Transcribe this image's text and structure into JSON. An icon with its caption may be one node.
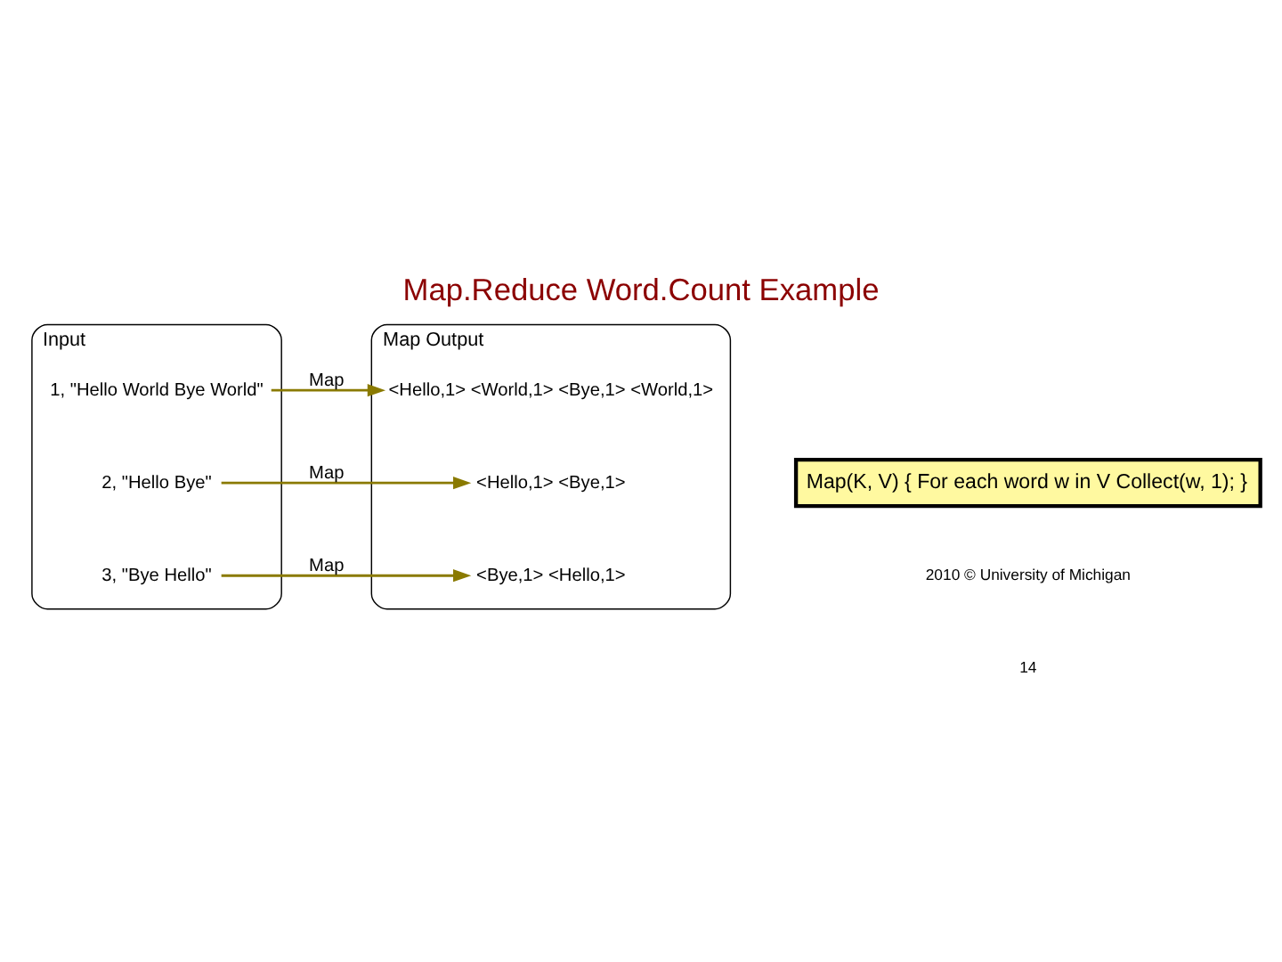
{
  "diagram": {
    "title": "Map.Reduce Word.Count Example",
    "nodes": [
      {
        "text": [
          "Input"
        ]
      },
      {
        "text": [
          "1, \"Hello World Bye World\""
        ],
        "in": 0
      },
      {
        "text": [
          "2, \"Hello Bye\""
        ],
        "in": 0
      },
      {
        "text": [
          "3, \"Bye Hello\""
        ],
        "in": 0
      },
      {
        "text": [
          "Map Output"
        ]
      },
      {
        "text": [
          "<Hello,1> <World,1> <Bye,1> <World,1>"
        ],
        "in": 4
      },
      {
        "text": [
          "<Hello,1> <Bye,1>"
        ],
        "in": 4
      },
      {
        "text": [
          "<Bye,1> <Hello,1>"
        ],
        "in": 4
      },
      {
        "text": [
          "Map(K, V) { For each word w in V Collect(w, 1); }"
        ]
      }
    ],
    "edges": [
      {
        "from": 1,
        "to": 5,
        "arrow": "to",
        "label": "Map"
      },
      {
        "from": 2,
        "to": 6,
        "arrow": "to",
        "label": "Map"
      },
      {
        "from": 3,
        "to": 7,
        "arrow": "to",
        "label": "Map"
      }
    ],
    "labels": [
      "2010 © University of Michigan",
      "14"
    ]
  }
}
